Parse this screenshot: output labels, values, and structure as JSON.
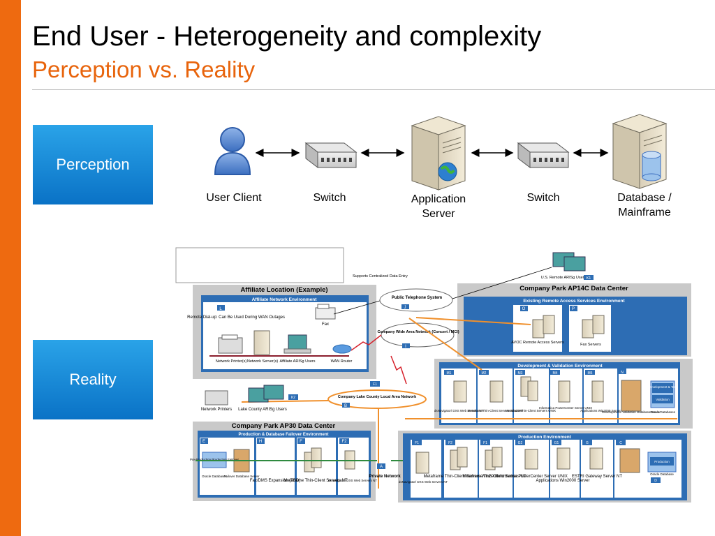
{
  "header": {
    "title": "End User - Heterogeneity and complexity",
    "subtitle": "Perception vs. Reality"
  },
  "perception": {
    "label": "Perception",
    "nodes": [
      "User Client",
      "Switch",
      "Application\nServer",
      "Switch",
      "Database /\nMainframe"
    ]
  },
  "reality": {
    "label": "Reality",
    "affiliate": {
      "title": "Affiliate Location (Example)",
      "env": "Affiliate Network Environment",
      "badge": "L",
      "remote": "Remote Dial-up: Can Be Used During WAN Outages",
      "fax": "Fax",
      "network_printers": "Network Printer(s)",
      "network_servers": "Network Server(s)",
      "arisg_users": "Affiliate ARISg Users",
      "wan_router": "WAN Router"
    },
    "supports": "Supports  Centralized Data Entry",
    "phone": {
      "title": "Public Telephone System",
      "badge": "J"
    },
    "wan": {
      "title": "Company Wide Area Network (Concert / MCI)",
      "badge": "I"
    },
    "us_remote": {
      "label": "U.S. Remote ARISg Users",
      "badge": "K1"
    },
    "ap14c": {
      "title": "Company Park AP14C Data Center",
      "env": "Existing Remote Access Services Environment",
      "avoc": {
        "badge": "O",
        "label": "AVOC Remote Access Servers"
      },
      "fax": {
        "badge": "P",
        "label": "Fax Servers"
      }
    },
    "dev": {
      "title": "Development & Validation Environment",
      "badges": [
        "M1",
        "M2",
        "M3",
        "M4",
        "M5",
        "N"
      ],
      "items": [
        "dsNavigator/ DXS Web Servers NT",
        "MetaframeThin-Client Servers Win2000",
        "MetaframeThin-Client Servers UNIX",
        "Informatica PowerCenter Server UNIX",
        "Applications Win2000 Server",
        "Development/ Validation Database Server",
        "Oracle Databases"
      ],
      "db_top": "Development & Test",
      "db_mid": "Validation"
    },
    "lan": {
      "title": "Company Lake County Local Area Network",
      "badge_top": "F1",
      "badge": "B"
    },
    "printers": {
      "label": "Network Printers"
    },
    "lake_users": {
      "label": "Lake County ARISg Users",
      "badge": "K2"
    },
    "ap30": {
      "title": "Company Park AP30 Data Center",
      "env": "Production & Database Failover Environment",
      "badges": [
        "E",
        "H",
        "F",
        "F2"
      ],
      "pre": "Pre-Production Production Failover",
      "oracle": "Oracle Databases",
      "failover": "Failover Database Server",
      "faxdms": "Fax/DMS Expansion (TBD)",
      "metaframe": "Metaframe Thin-Client Servers NT",
      "dsnav": "dsNavigator/ DXS Web Servers NT"
    },
    "private": {
      "label": "Private Network",
      "badge": "A"
    },
    "prod": {
      "title": "Production Environment",
      "badges": [
        "F1",
        "F2",
        "F1",
        "G2",
        "G1",
        "G",
        "C",
        "D"
      ],
      "items": [
        "dsNavigator/ DXS Web Servers NT",
        "Metaframe Thin-Client Servers Win2000",
        "Metaframe Thin-Client Servers NT",
        "Informatica PowerCenter Server UNIX",
        "Applications Win2000 Server",
        "ESTRI Gateway Server NT"
      ],
      "oracle": "Oracle Database",
      "production": "Production"
    }
  },
  "colors": {
    "accent": "#ee6a10",
    "blue": "#0a72c6",
    "panel": "#a9b9d0",
    "env": "#2d6db4"
  }
}
